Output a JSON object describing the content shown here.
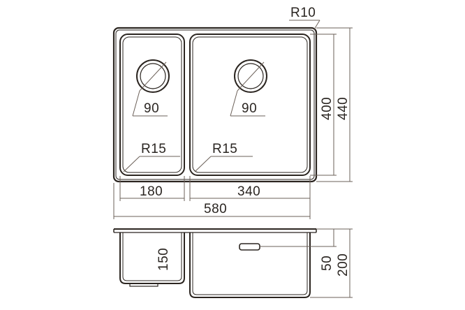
{
  "drawing": {
    "top_view": {
      "corner_radius_outer": "R10",
      "left_bowl": {
        "drain_label": "90",
        "corner_label": "R15",
        "width_label": "180"
      },
      "right_bowl": {
        "drain_label": "90",
        "corner_label": "R15",
        "width_label": "340"
      },
      "total_width_label": "580",
      "inner_height_label": "400",
      "outer_height_label": "440"
    },
    "side_view": {
      "left_bowl_depth_label": "150",
      "overflow_height_label": "50",
      "total_depth_label": "200"
    }
  },
  "colors": {
    "line": "#2b2520",
    "thin_line": "#6b6058",
    "text": "#2a2521",
    "background": "#ffffff"
  }
}
